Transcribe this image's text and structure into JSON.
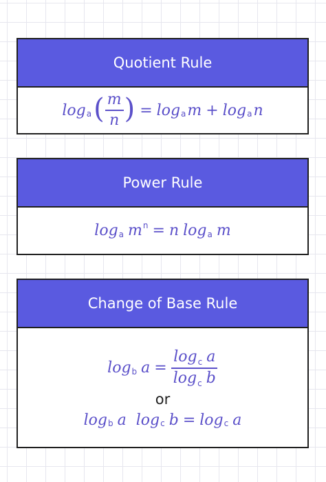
{
  "cards": [
    {
      "title": "Quotient Rule"
    },
    {
      "title": "Power Rule"
    },
    {
      "title": "Change of Base Rule"
    }
  ],
  "formulas": {
    "log": "log",
    "sub_a": "a",
    "sub_b": "b",
    "sub_c": "c",
    "var_m": "m",
    "var_n": "n",
    "var_a": "a",
    "var_b": "b",
    "sup_n": "n",
    "eq": "=",
    "plus": "+",
    "lparen": "(",
    "rparen": ")",
    "or": "or"
  }
}
